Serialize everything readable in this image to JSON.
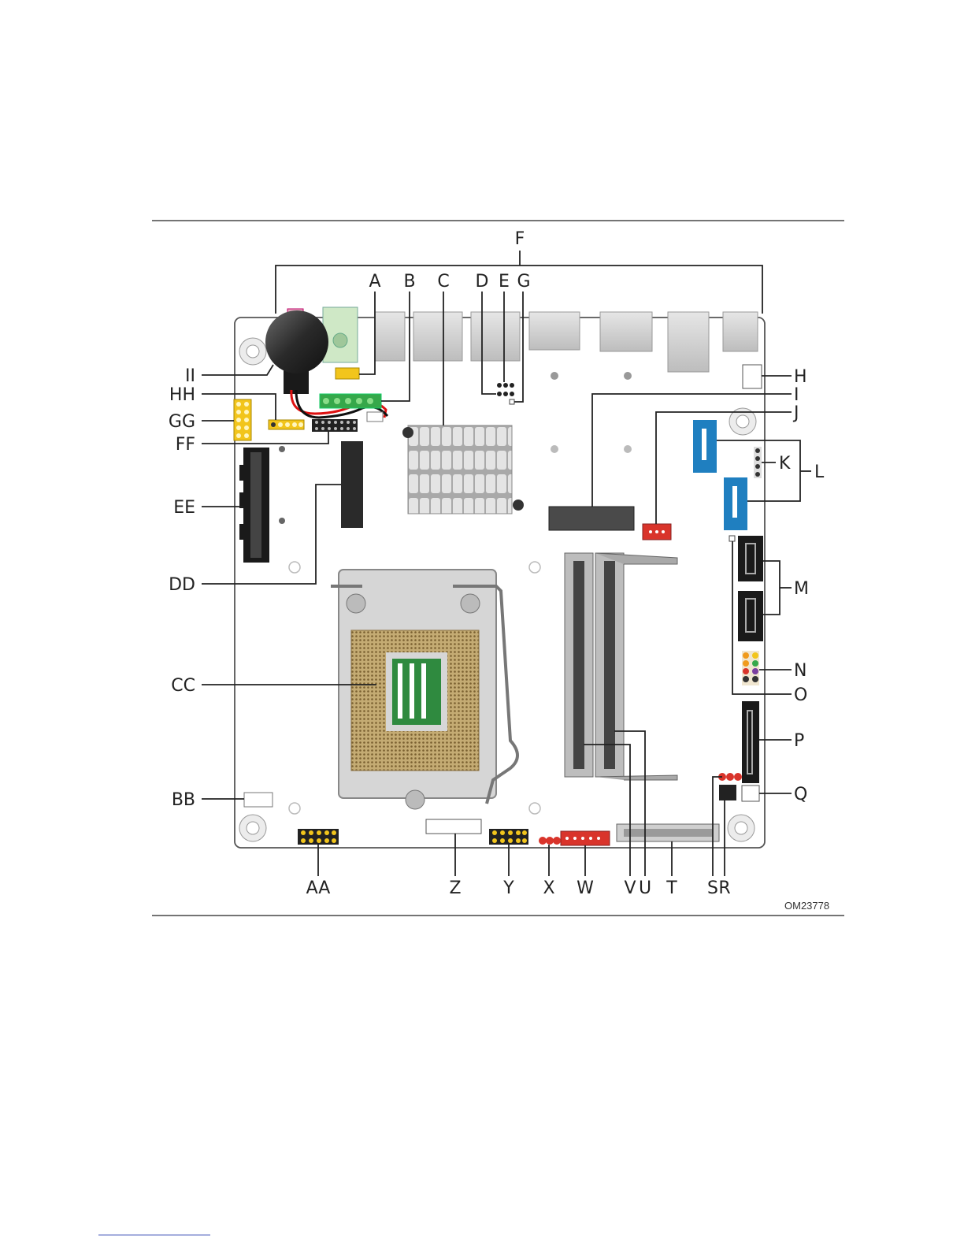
{
  "figure": {
    "code": "OM23778",
    "labels": {
      "A": "A",
      "B": "B",
      "C": "C",
      "D": "D",
      "E": "E",
      "F": "F",
      "G": "G",
      "H": "H",
      "I": "I",
      "J": "J",
      "K": "K",
      "L": "L",
      "M": "M",
      "N": "N",
      "O": "O",
      "P": "P",
      "Q": "Q",
      "R": "R",
      "S": "S",
      "T": "T",
      "U": "U",
      "V": "V",
      "W": "W",
      "X": "X",
      "Y": "Y",
      "Z": "Z",
      "AA": "AA",
      "BB": "BB",
      "CC": "CC",
      "DD": "DD",
      "EE": "EE",
      "FF": "FF",
      "GG": "GG",
      "HH": "HH",
      "II": "II"
    }
  },
  "colors": {
    "board": "#ffffff",
    "board_outline": "#555555",
    "sata_blue": "#1f7fc0",
    "header_red": "#d9342b",
    "header_yellow": "#f2c51c",
    "header_green": "#35a84a",
    "heatsink": "#c8c8c8",
    "socket_gold": "#b59a62",
    "socket_pcb": "#2f8a3f"
  }
}
